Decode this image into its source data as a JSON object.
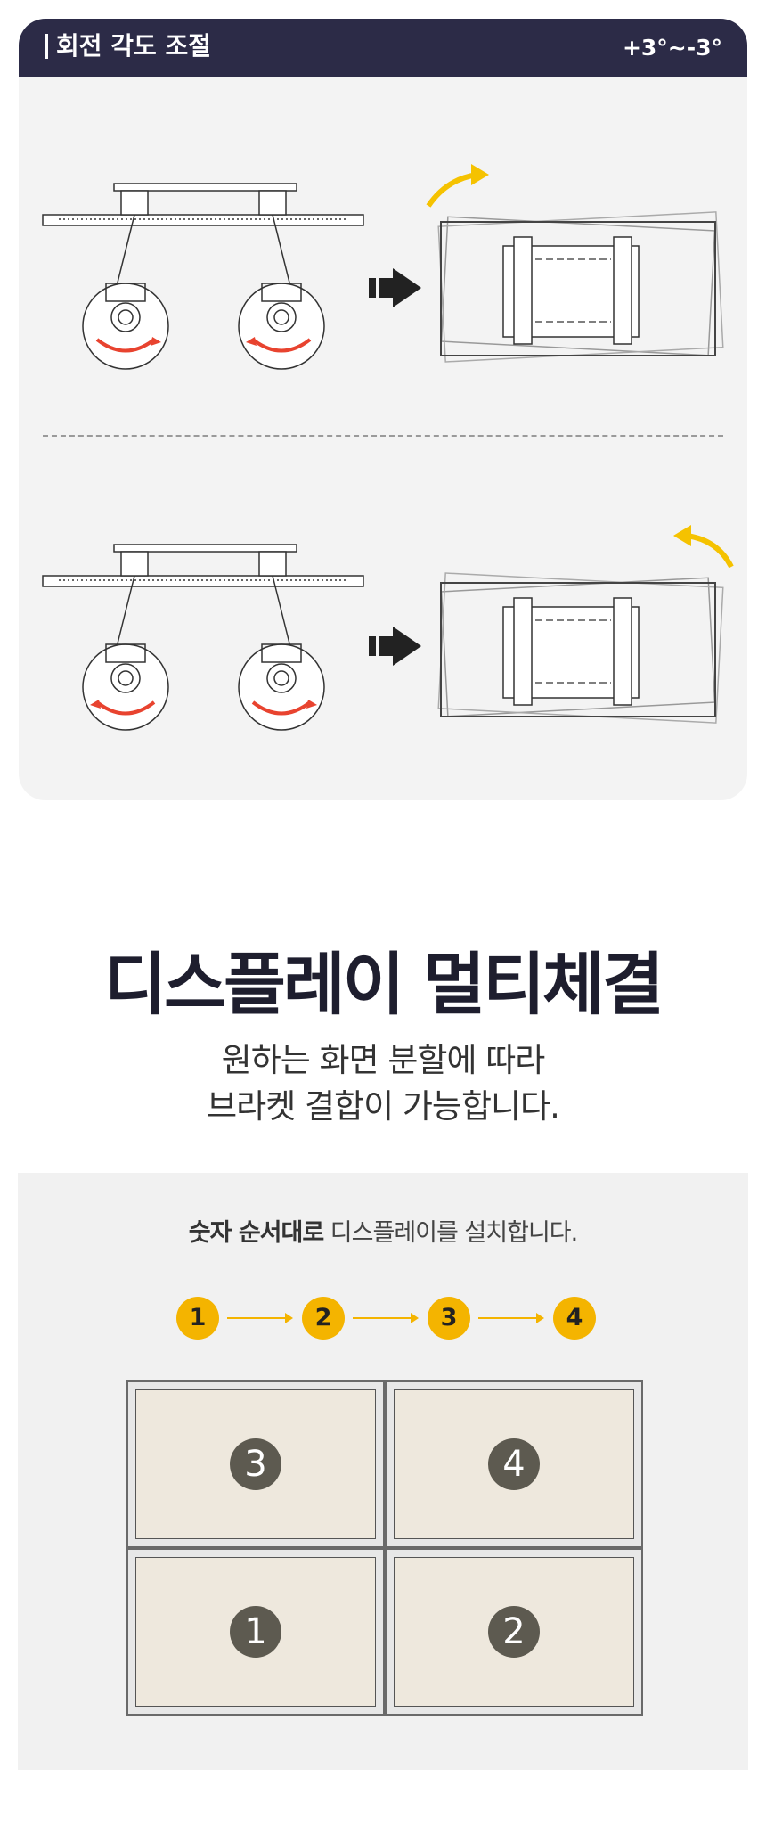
{
  "rotation": {
    "title": "회전 각도 조절",
    "range": "+3°~-3°",
    "arrow_color": "#f5c200",
    "rotate_arrow_color": "#e8432f",
    "diagrams": [
      {
        "name": "clockwise",
        "icon": "rotate-clockwise-icon"
      },
      {
        "name": "counterclockwise",
        "icon": "rotate-counterclockwise-icon"
      }
    ]
  },
  "headline": {
    "title": "디스플레이 멀티체결",
    "sub_line1": "원하는 화면 분할에 따라",
    "sub_line2": "브라켓 결합이 가능합니다."
  },
  "multi": {
    "instruction_bold": "숫자 순서대로",
    "instruction_rest": " 디스플레이를 설치합니다.",
    "steps": [
      "1",
      "2",
      "3",
      "4"
    ],
    "step_color": "#f4b400",
    "grid": [
      {
        "label": "3"
      },
      {
        "label": "4"
      },
      {
        "label": "1"
      },
      {
        "label": "2"
      }
    ]
  }
}
